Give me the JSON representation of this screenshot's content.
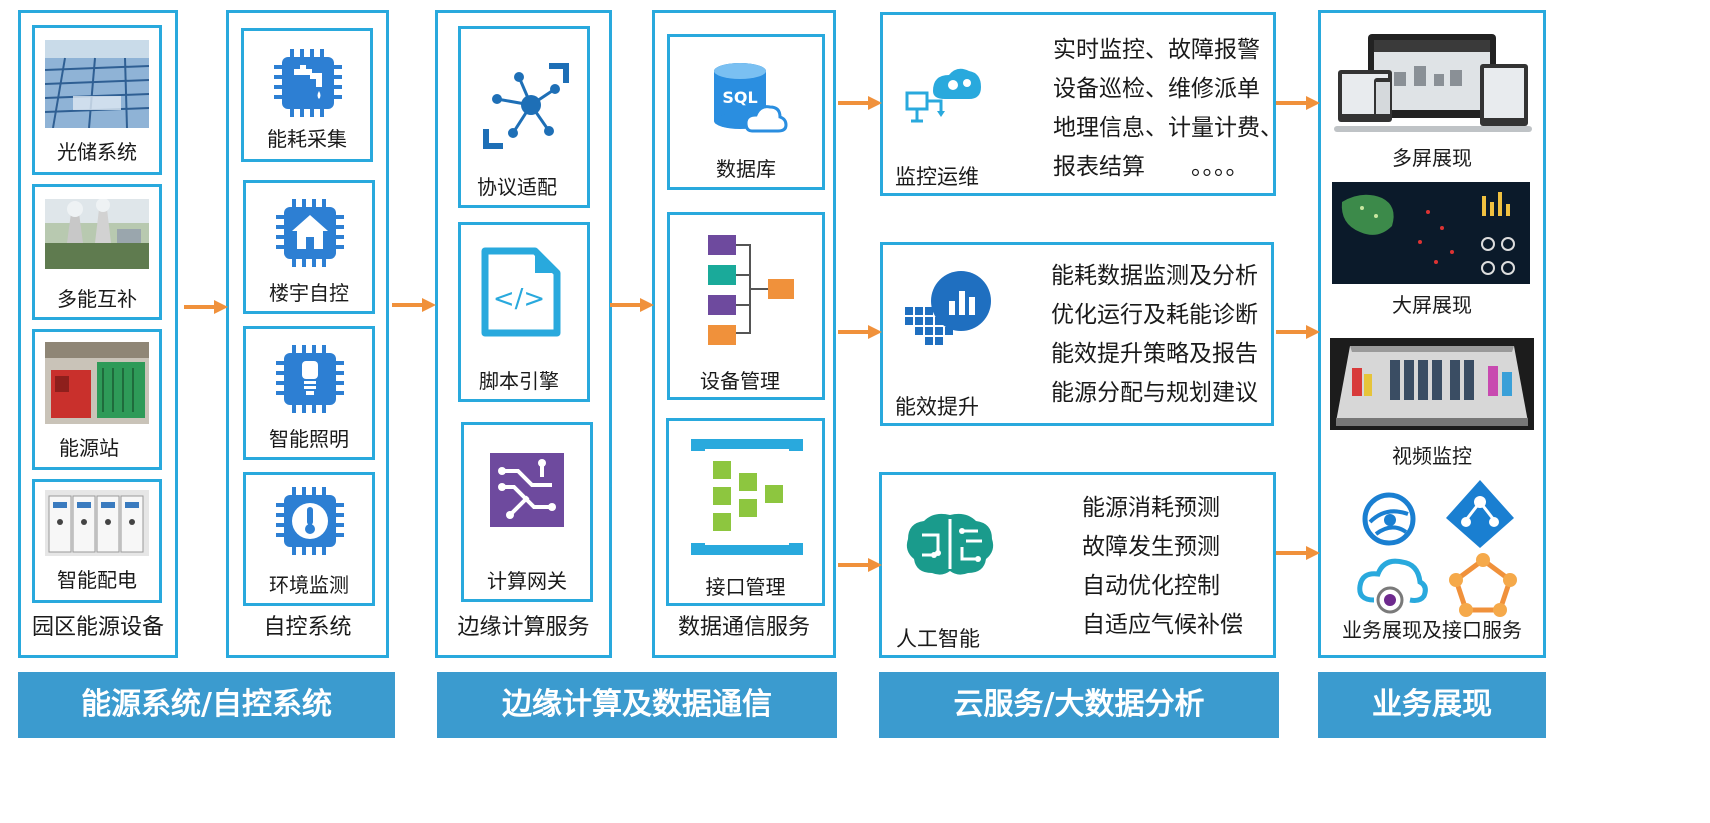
{
  "columns": {
    "energy_devices": {
      "label": "园区能源设备",
      "items": [
        "光储系统",
        "多能互补",
        "能源站",
        "智能配电"
      ]
    },
    "auto_control": {
      "label": "自控系统",
      "items": [
        "能耗采集",
        "楼宇自控",
        "智能照明",
        "环境监测"
      ]
    },
    "edge_service": {
      "label": "边缘计算服务",
      "items": [
        "协议适配",
        "脚本引擎",
        "计算网关"
      ]
    },
    "data_comm": {
      "label": "数据通信服务",
      "items": [
        "数据库",
        "设备管理",
        "接口管理"
      ]
    },
    "business": {
      "label": "业务展现及接口服务",
      "items": [
        "多屏展现",
        "大屏展现",
        "视频监控"
      ]
    }
  },
  "cloud": {
    "monitor": {
      "title": "监控运维",
      "lines": [
        "实时监控、故障报警",
        "设备巡检、维修派单",
        "地理信息、计量计费、",
        "报表结算　　。。。。"
      ]
    },
    "efficiency": {
      "title": "能效提升",
      "lines": [
        "能耗数据监测及分析",
        "优化运行及耗能诊断",
        "能效提升策略及报告",
        "能源分配与规划建议"
      ]
    },
    "ai": {
      "title": "人工智能",
      "lines": [
        "能源消耗预测",
        "故障发生预测",
        "自动优化控制",
        "自适应气候补偿"
      ]
    }
  },
  "banners": [
    "能源系统/自控系统",
    "边缘计算及数据通信",
    "云服务/大数据分析",
    "业务展现"
  ],
  "icons": {
    "sql_text": "SQL",
    "code_text": "</>"
  },
  "colors": {
    "border": "#29a9dd",
    "banner": "#3b9bcf",
    "arrow": "#f0913b",
    "icon_blue": "#2d7fd3"
  }
}
